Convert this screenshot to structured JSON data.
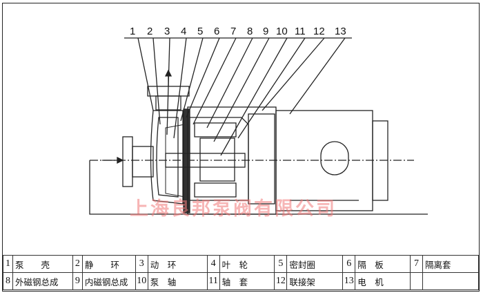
{
  "diagram": {
    "callouts": [
      "1",
      "2",
      "3",
      "4",
      "5",
      "6",
      "7",
      "8",
      "9",
      "10",
      "11",
      "12",
      "13"
    ],
    "watermark": "上海良邦泵阀有限公司"
  },
  "parts_table": {
    "rows": [
      [
        {
          "n": "1",
          "name": "泵　　壳"
        },
        {
          "n": "2",
          "name": "静　　环"
        },
        {
          "n": "3",
          "name": "动　环"
        },
        {
          "n": "4",
          "name": "叶　轮"
        },
        {
          "n": "5",
          "name": "密封圈"
        },
        {
          "n": "6",
          "name": "隔　板"
        },
        {
          "n": "7",
          "name": "隔离套"
        }
      ],
      [
        {
          "n": "8",
          "name": "外磁钢总成"
        },
        {
          "n": "9",
          "name": "内磁钢总成"
        },
        {
          "n": "10",
          "name": "泵　轴"
        },
        {
          "n": "11",
          "name": "轴　套"
        },
        {
          "n": "12",
          "name": "联接架"
        },
        {
          "n": "13",
          "name": "电　机"
        },
        {
          "n": "",
          "name": ""
        }
      ]
    ]
  }
}
